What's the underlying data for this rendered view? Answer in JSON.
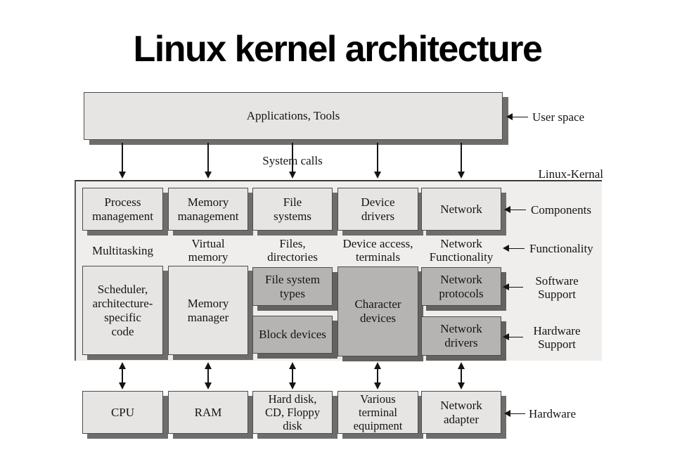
{
  "title": "Linux kernel architecture",
  "user_space": {
    "applications_box": "Applications, Tools",
    "system_calls": "System calls"
  },
  "kernel": {
    "label": "Linux-Kernal",
    "components": [
      "Process\nmanagement",
      "Memory\nmanagement",
      "File\nsystems",
      "Device\ndrivers",
      "Network"
    ],
    "functionality": [
      "Multitasking",
      "Virtual\nmemory",
      "Files,\ndirectories",
      "Device access,\nterminals",
      "Network\nFunctionality"
    ],
    "support": {
      "scheduler": "Scheduler,\narchitecture-\nspecific\ncode",
      "memory_manager": "Memory\nmanager",
      "file_system_types": "File system\ntypes",
      "block_devices": "Block devices",
      "character_devices": "Character\ndevices",
      "network_protocols": "Network\nprotocols",
      "network_drivers": "Network\ndrivers"
    }
  },
  "hardware": {
    "items": [
      "CPU",
      "RAM",
      "Hard disk,\nCD, Floppy\ndisk",
      "Various\nterminal\nequipment",
      "Network\nadapter"
    ]
  },
  "side_labels": {
    "user_space": "User space",
    "components": "Components",
    "functionality": "Functionality",
    "software_support": "Software\nSupport",
    "hardware_support": "Hardware\nSupport",
    "hardware": "Hardware"
  },
  "colors": {
    "box_light": "#e6e5e3",
    "box_medium": "#b5b4b2",
    "kernel_background": "#efeeec",
    "shadow": "#6f6d6b",
    "text": "#141414"
  }
}
